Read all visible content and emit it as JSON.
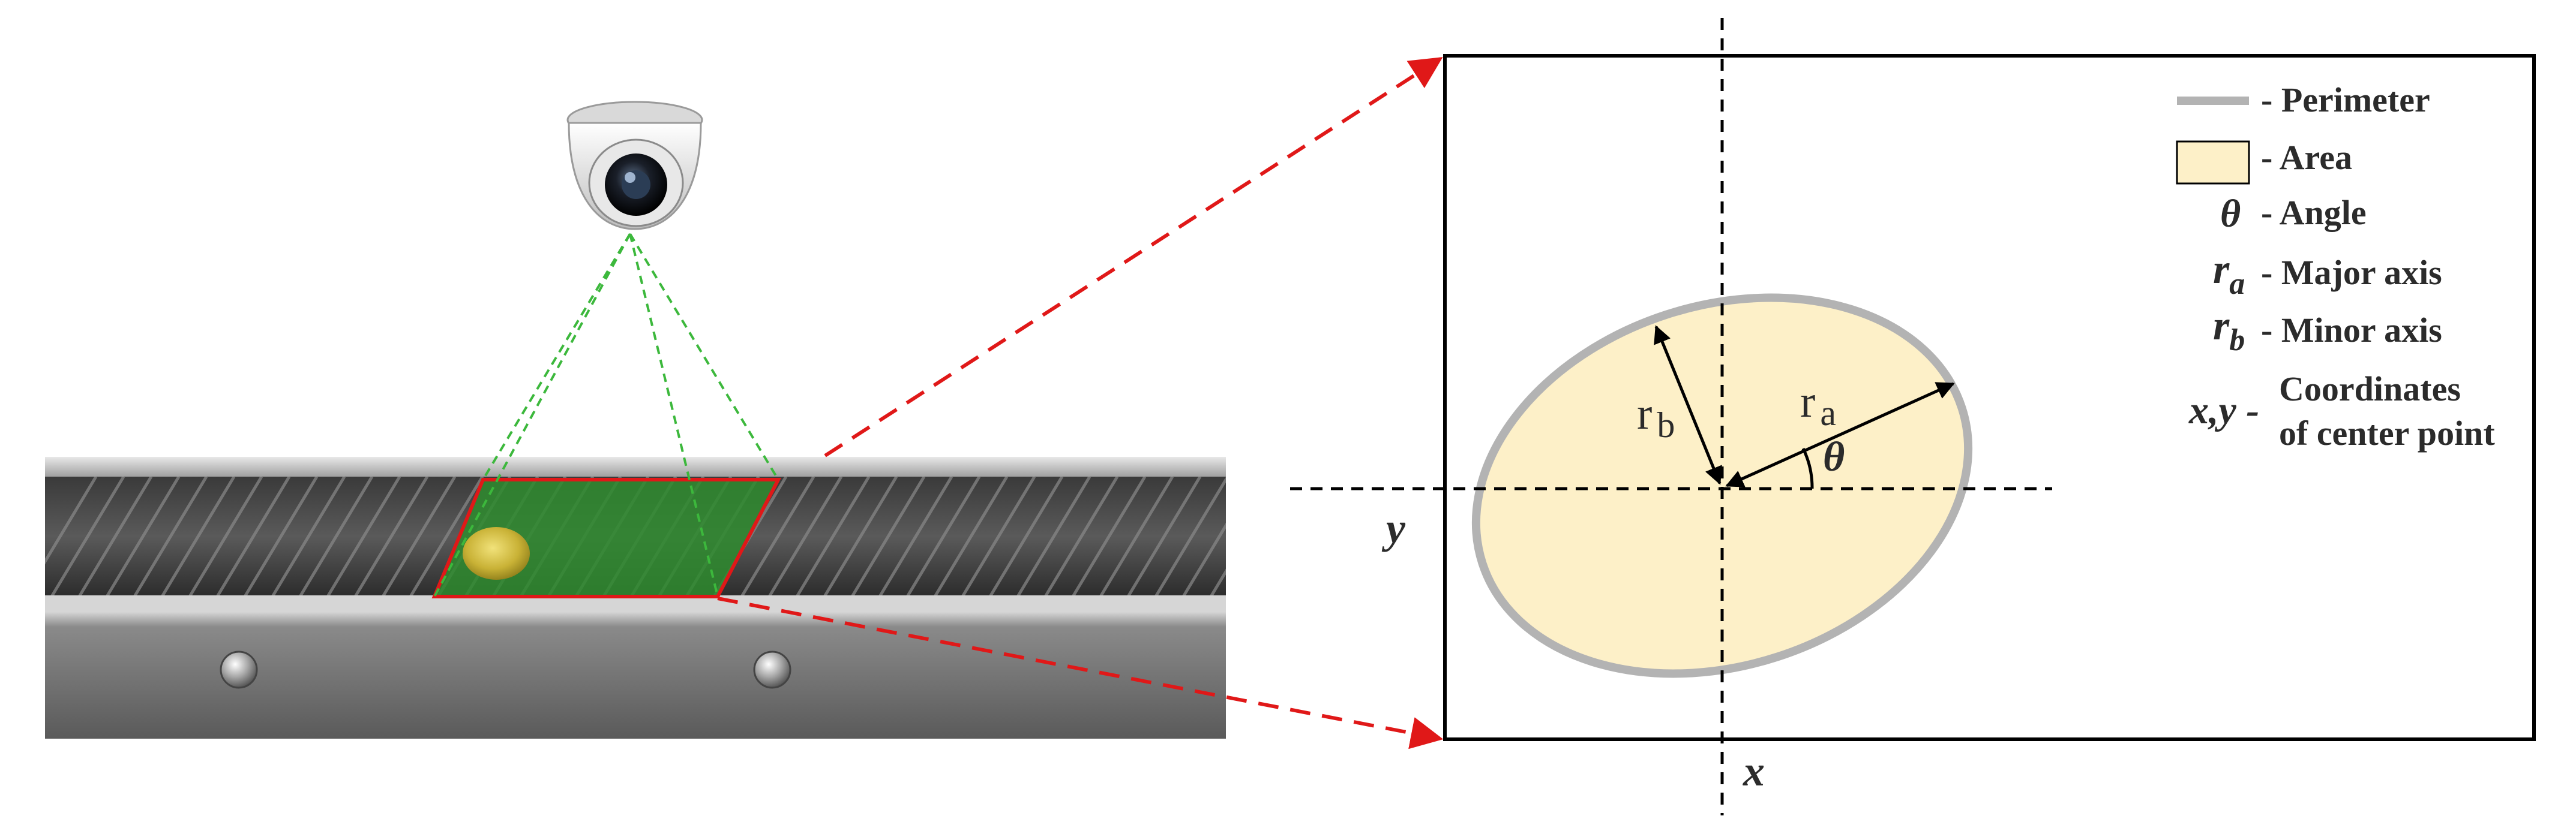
{
  "legend": {
    "perimeter": "- Perimeter",
    "area": "- Area",
    "angle_symbol": "θ",
    "angle": "- Angle",
    "major_symbol": "r",
    "major_sub": "a",
    "major": "- Major axis",
    "minor_symbol": "r",
    "minor_sub": "b",
    "minor": "- Minor axis",
    "coords_symbol": "x,y -",
    "coords_line1": "Coordinates",
    "coords_line2": "of center point"
  },
  "diagram": {
    "axis_x": "x",
    "axis_y": "y",
    "ra": "r",
    "ra_sub": "a",
    "rb": "r",
    "rb_sub": "b",
    "theta": "θ"
  },
  "colors": {
    "area_fill": "#fdf0c8",
    "perimeter": "#b3b3b3",
    "pointer_arrows": "#e01818",
    "fov_lines": "#3cb83c",
    "roi_fill": "#2e8b2e",
    "roi_outline": "#e01818",
    "frame": "#000000"
  },
  "icons": {
    "camera": "dome-camera-icon",
    "conveyor": "conveyor-belt",
    "object": "yellow-fruit-object"
  }
}
